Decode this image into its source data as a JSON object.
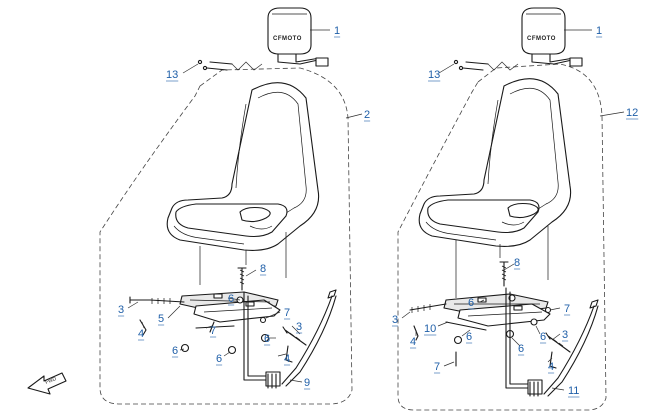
{
  "brand_mark": "CFMOTO",
  "front_arrow_text": "FWD",
  "left_assembly": {
    "callouts": [
      "1",
      "13",
      "2",
      "8",
      "3",
      "4",
      "5",
      "6",
      "7",
      "6",
      "7",
      "3",
      "6",
      "6",
      "4",
      "9"
    ]
  },
  "right_assembly": {
    "callouts": [
      "1",
      "13",
      "12",
      "8",
      "3",
      "4",
      "10",
      "6",
      "7",
      "6",
      "6",
      "6",
      "3",
      "4",
      "7",
      "11"
    ]
  },
  "colors": {
    "line": "#1a1a1a",
    "callout_text": "#1f5fa8",
    "background": "#ffffff"
  }
}
